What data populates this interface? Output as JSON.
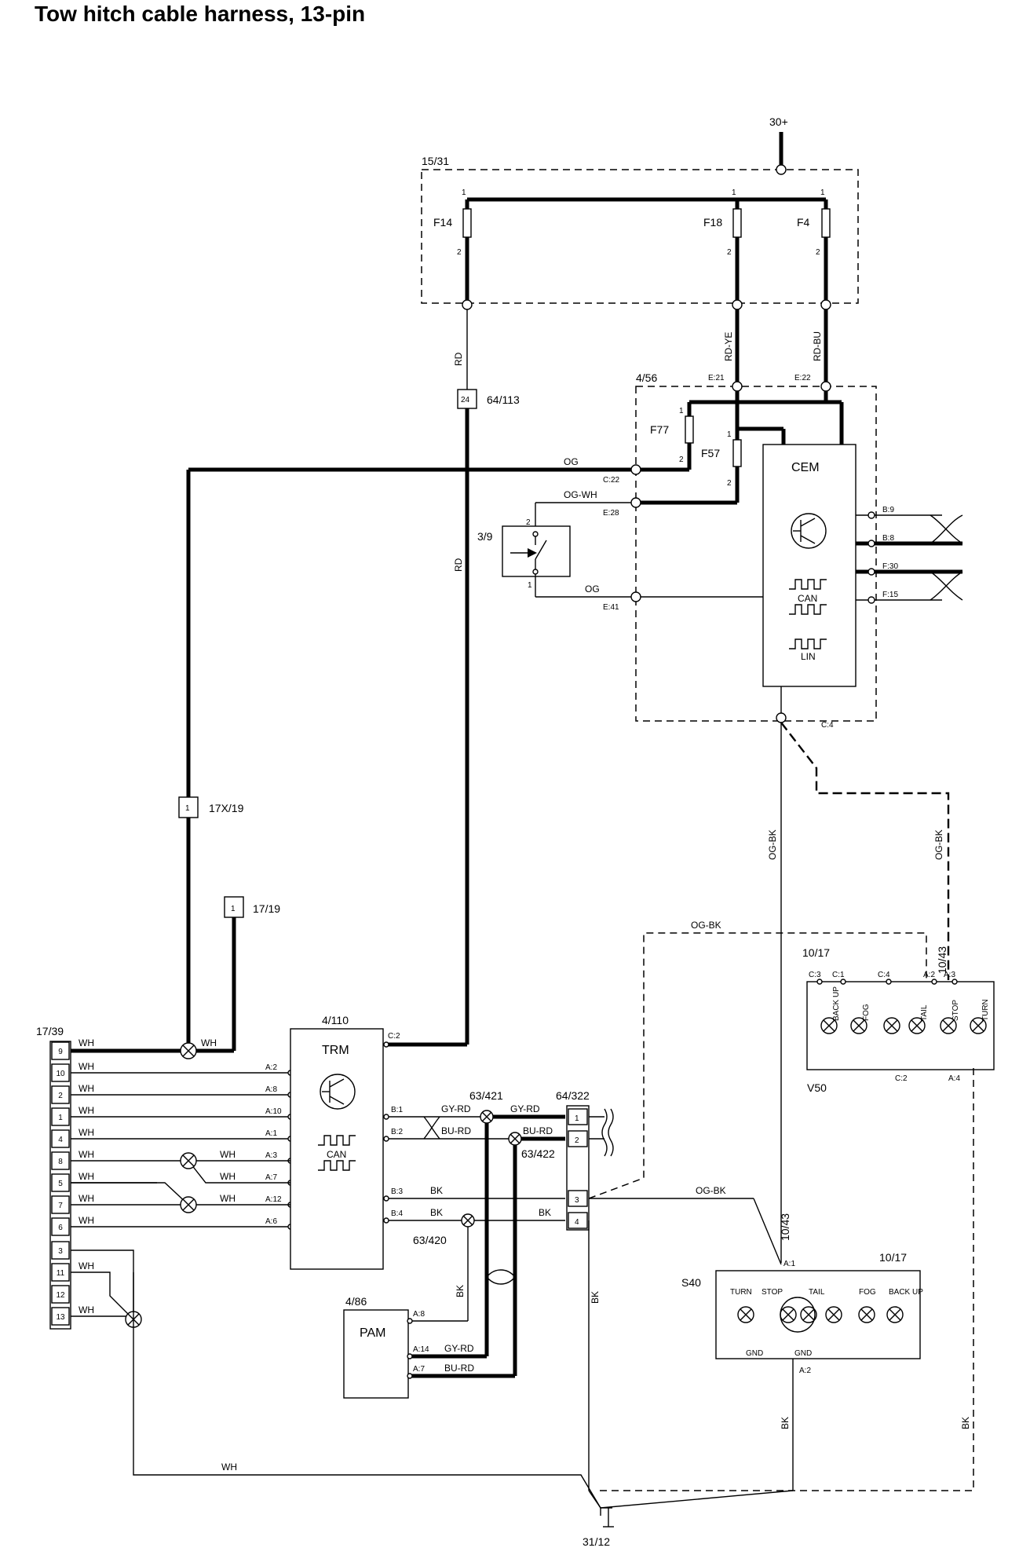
{
  "title": "Tow hitch cable harness, 13-pin",
  "supply": "30+",
  "ground": "31/12",
  "fuse_box": {
    "id": "15/31",
    "fuses": [
      {
        "name": "F14",
        "pin_in": "1",
        "pin_out": "2"
      },
      {
        "name": "F18",
        "pin_in": "1",
        "pin_out": "2"
      },
      {
        "name": "F4",
        "pin_in": "1",
        "pin_out": "2"
      }
    ]
  },
  "cem_box": {
    "id": "4/56",
    "module": "CEM",
    "fuses": [
      {
        "name": "F77",
        "pin_in": "1",
        "pin_out": "2"
      },
      {
        "name": "F57",
        "pin_in": "1",
        "pin_out": "2"
      }
    ],
    "inputs": [
      "E:21",
      "E:22"
    ],
    "left_pins": [
      "C:22",
      "E:28",
      "E:41"
    ],
    "right_pins": [
      "B:9",
      "B:8",
      "F:30",
      "F:15"
    ],
    "bottom_pin": "C:4",
    "bus_labels": [
      "CAN",
      "LIN"
    ]
  },
  "switch": {
    "id": "3/9",
    "pins": [
      "2",
      "1"
    ]
  },
  "connectors": {
    "c64_113": {
      "pin": "24",
      "id": "64/113"
    },
    "c17x_19": {
      "pin": "1",
      "id": "17X/19"
    },
    "c17_19": {
      "pin": "1",
      "id": "17/19"
    }
  },
  "socket": {
    "id": "17/39",
    "pins": [
      "9",
      "10",
      "2",
      "1",
      "4",
      "8",
      "5",
      "7",
      "6",
      "3",
      "11",
      "12",
      "13"
    ]
  },
  "trm": {
    "id": "4/110",
    "module": "TRM",
    "bus": "CAN",
    "pin_top": "C:2",
    "left_pins": [
      "A:2",
      "A:8",
      "A:10",
      "A:1",
      "A:3",
      "A:7",
      "A:12",
      "A:6"
    ],
    "right_pins": [
      "B:1",
      "B:2",
      "B:3",
      "B:4"
    ]
  },
  "pam": {
    "id": "4/86",
    "module": "PAM",
    "pins": [
      "A:8",
      "A:14",
      "A:7"
    ]
  },
  "connector_64_322": {
    "id": "64/322",
    "pins": [
      "1",
      "2",
      "3",
      "4"
    ]
  },
  "splices": [
    "63/421",
    "63/422",
    "63/420"
  ],
  "wires": {
    "rd": "RD",
    "rd_ye": "RD-YE",
    "rd_bu": "RD-BU",
    "og": "OG",
    "og_wh": "OG-WH",
    "og_bk": "OG-BK",
    "wh": "WH",
    "gy_rd": "GY-RD",
    "bu_rd": "BU-RD",
    "bk": "BK"
  },
  "v50_lamps": {
    "id": "10/17",
    "model": "V50",
    "connector_id": "10/43",
    "top_pins": [
      "C:3",
      "C:1",
      "C:4",
      "A:2",
      "A:3"
    ],
    "bottom_pins": [
      "C:2",
      "A:4"
    ],
    "lamps": [
      "BACK UP",
      "FOG",
      "TAIL",
      "STOP",
      "TURN"
    ]
  },
  "s40_lamps": {
    "id": "10/17",
    "model": "S40",
    "connector_id": "10/43",
    "top_pin": "A:1",
    "bottom_pin": "A:2",
    "lamps": [
      "TURN",
      "STOP",
      "TAIL",
      "FOG",
      "BACK UP"
    ],
    "bottom_labels": [
      "GND",
      "GND"
    ]
  }
}
